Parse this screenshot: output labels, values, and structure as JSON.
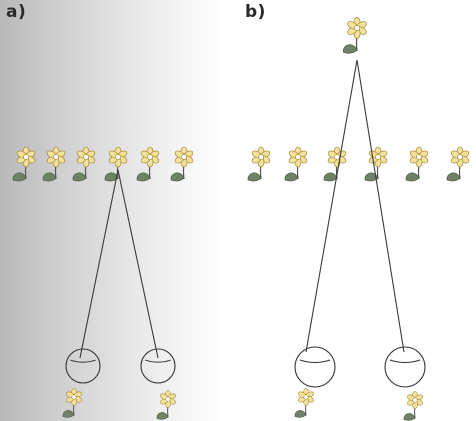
{
  "panels": [
    {
      "id": "a",
      "label": "a)"
    },
    {
      "id": "b",
      "label": "b)"
    }
  ],
  "colors": {
    "petal": "#f4e29a",
    "petal_stroke": "#9a7a2c",
    "center": "#ffffff",
    "stem": "#555555",
    "leaf": "#6f8268",
    "line": "#3a3a3a",
    "eye": "#333333"
  }
}
